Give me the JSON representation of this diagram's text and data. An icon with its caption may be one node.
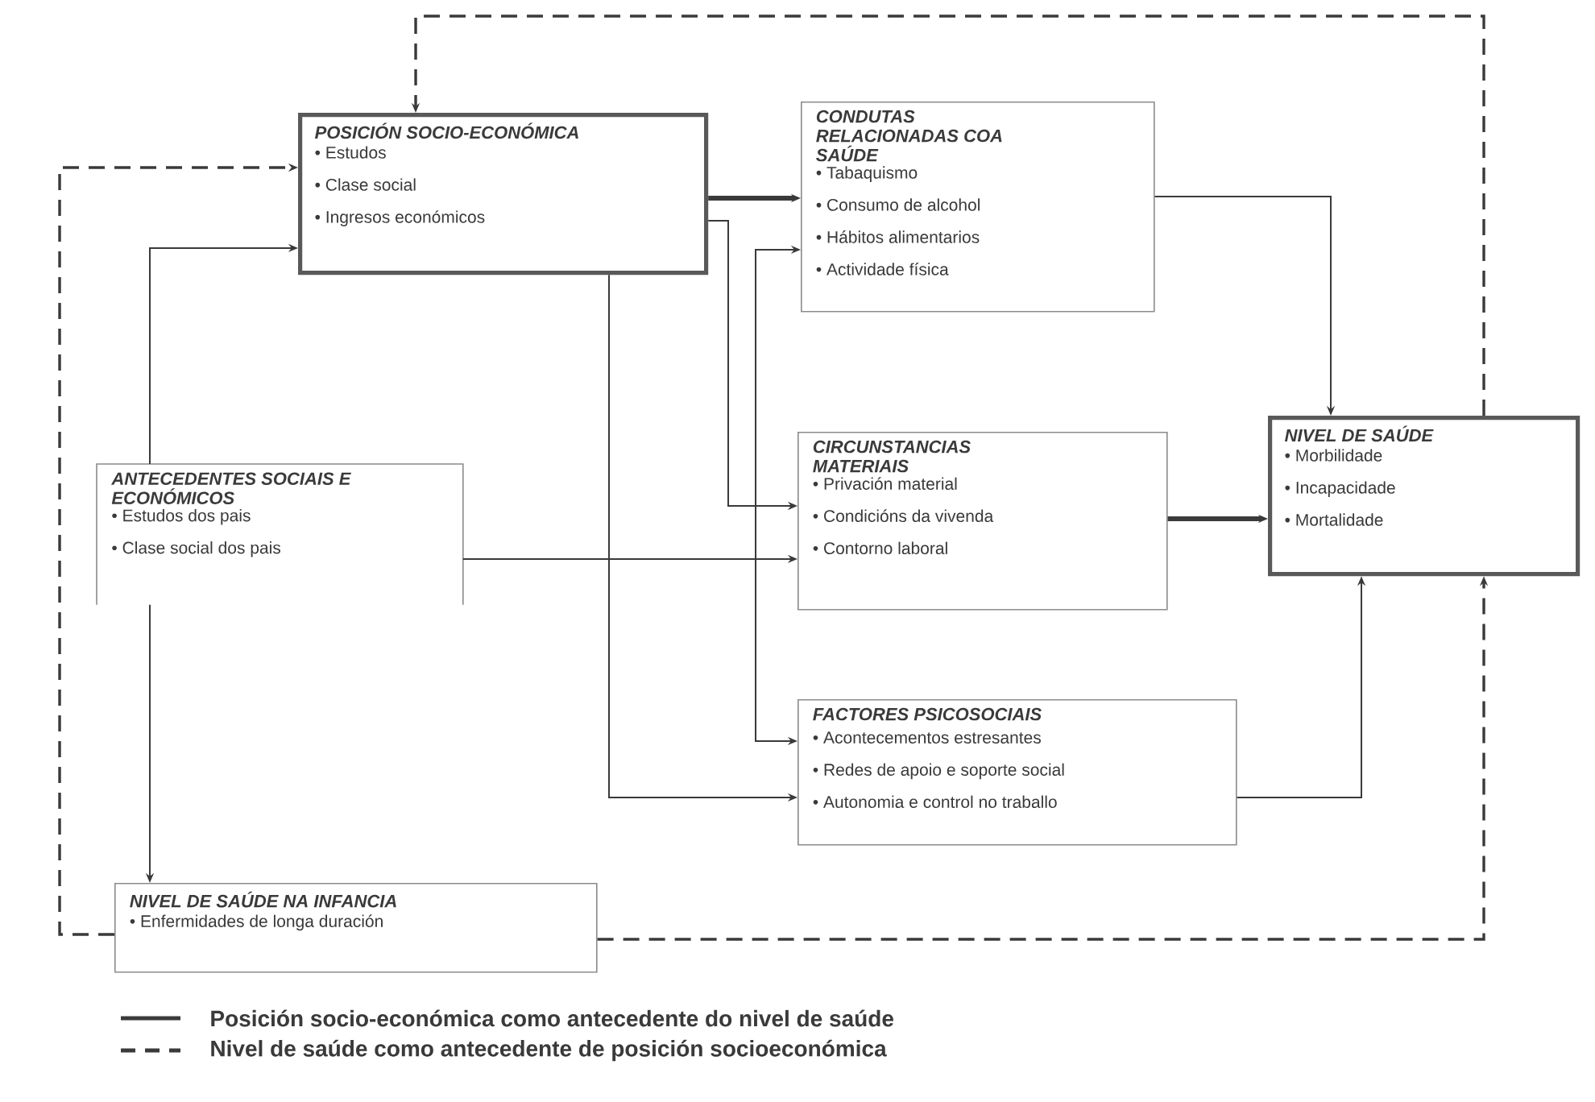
{
  "diagram": {
    "nodes": [
      {
        "text": [
          "POSICIÓN SOCIO-ECONÓMICA",
          "• Estudos",
          "• Clase social",
          "• Ingresos económicos"
        ]
      },
      {
        "text": [
          "CONDUTAS RELACIONADAS COA SAÚDE",
          "• Tabaquismo",
          "• Consumo de alcohol",
          "• Hábitos alimentarios",
          "• Actividade física"
        ]
      },
      {
        "text": [
          "ANTECEDENTES SOCIAIS E ECONÓMICOS",
          "• Estudos dos pais",
          "• Clase social dos pais"
        ]
      },
      {
        "text": [
          "CIRCUNSTANCIAS MATERIAIS",
          "• Privación material",
          "• Condicións da vivenda",
          "• Contorno laboral"
        ]
      },
      {
        "text": [
          "NIVEL DE SAÚDE",
          "• Morbilidade",
          "• Incapacidade",
          "• Mortalidade"
        ]
      },
      {
        "text": [
          "FACTORES PSICOSOCIAIS",
          "• Acontecementos estresantes",
          "• Redes de apoio e soporte social",
          "• Autonomia e control no traballo"
        ]
      },
      {
        "text": [
          "NIVEL DE SAÚDE NA INFANCIA",
          "• Enfermidades de longa duración"
        ]
      }
    ],
    "edges": [
      {
        "from": 0,
        "to": 1,
        "arrow": "to",
        "style": "thick"
      },
      {
        "from": 0,
        "to": 3,
        "arrow": "to"
      },
      {
        "from": 0,
        "to": 5,
        "arrow": "to"
      },
      {
        "from": 2,
        "to": 0,
        "arrow": "to"
      },
      {
        "from": 2,
        "to": 3,
        "arrow": "to"
      },
      {
        "from": 2,
        "to": 6,
        "arrow": "to"
      },
      {
        "from": 1,
        "to": 5,
        "arrow": "both"
      },
      {
        "from": 1,
        "to": 4,
        "arrow": "to"
      },
      {
        "from": 3,
        "to": 4,
        "arrow": "to",
        "style": "thick"
      },
      {
        "from": 5,
        "to": 4,
        "arrow": "to"
      },
      {
        "from": 4,
        "to": 0,
        "arrow": "to",
        "style": "dashed"
      },
      {
        "from": 6,
        "to": 4,
        "arrow": "to",
        "style": "dashed"
      },
      {
        "from": 6,
        "to": 0,
        "arrow": "to",
        "style": "dashed"
      }
    ],
    "legend": [
      {
        "text": "Posición socio-económica como antecedente do nivel de saúde"
      },
      {
        "text": "Nivel de saúde como antecedente de posición socioeconómica"
      }
    ]
  }
}
